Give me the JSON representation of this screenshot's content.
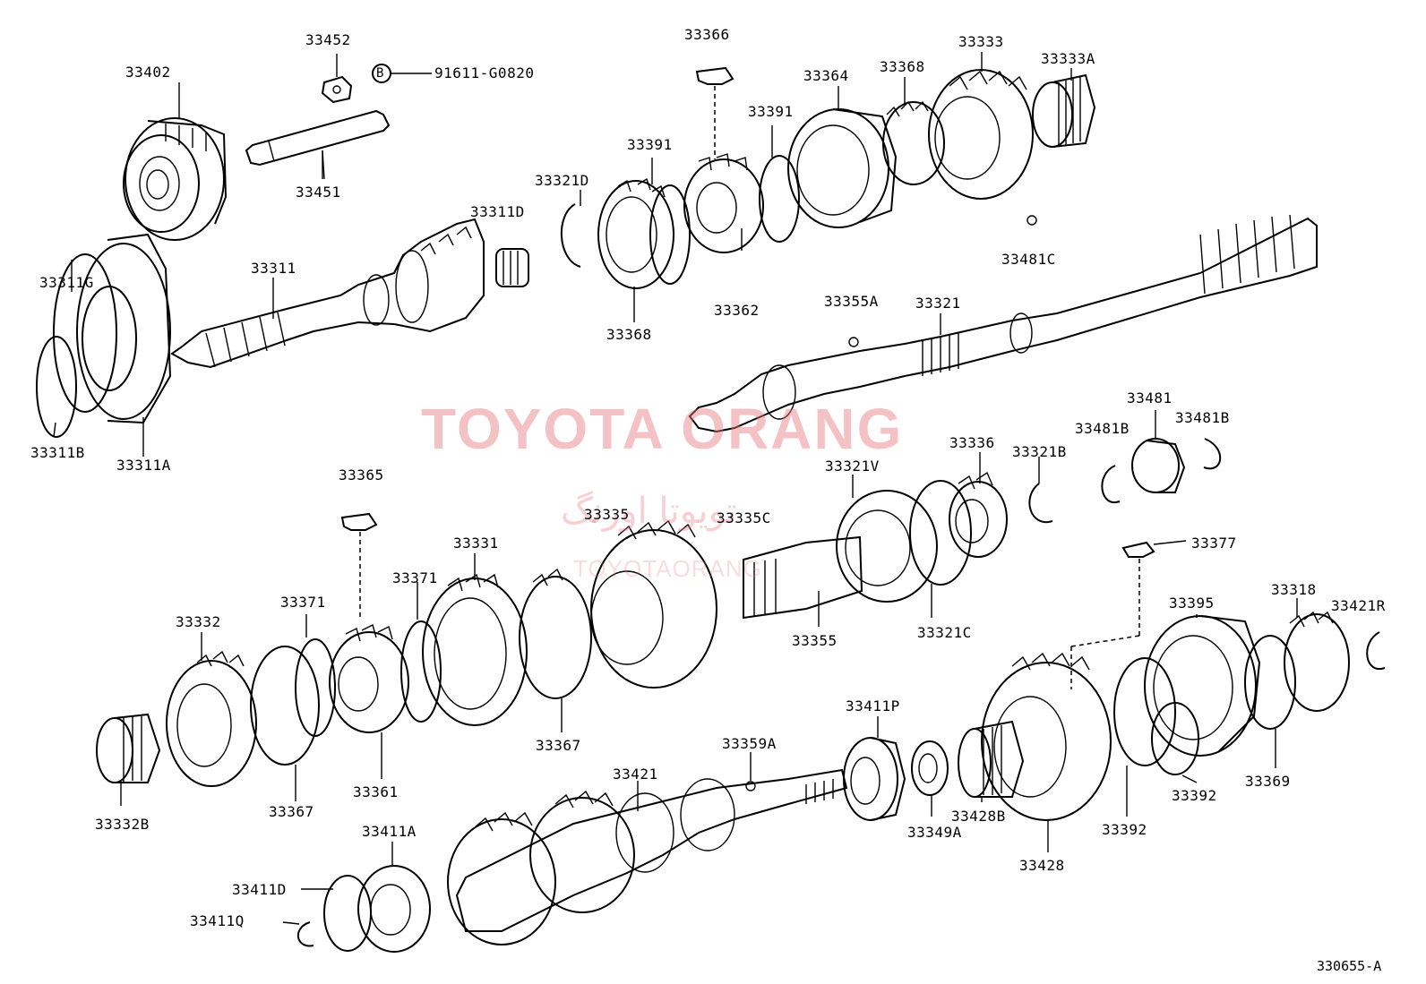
{
  "watermark": {
    "text": "TOYOTA ORANG",
    "text_fa": "تویوتا اورنگ",
    "text_small": "TOYOTAORANG"
  },
  "diagram_code": "330655-A",
  "bolt_marker": {
    "symbol": "B",
    "part_number": "91611-G0820"
  },
  "labels": {
    "p33402": "33402",
    "p33452": "33452",
    "p33451": "33451",
    "p33366": "33366",
    "p33364": "33364",
    "p33368a": "33368",
    "p33333": "33333",
    "p33333A": "33333A",
    "p33391a": "33391",
    "p33391b": "33391",
    "p33321D": "33321D",
    "p33311D": "33311D",
    "p33311": "33311",
    "p33311G": "33311G",
    "p33311B": "33311B",
    "p33311A": "33311A",
    "p33368b": "33368",
    "p33362": "33362",
    "p33355A": "33355A",
    "p33321": "33321",
    "p33481C": "33481C",
    "p33481": "33481",
    "p33481B_l": "33481B",
    "p33481B_r": "33481B",
    "p33336": "33336",
    "p33321B": "33321B",
    "p33321V": "33321V",
    "p33365": "33365",
    "p33335": "33335",
    "p33335C": "33335C",
    "p33331": "33331",
    "p33371a": "33371",
    "p33371b": "33371",
    "p33332": "33332",
    "p33377": "33377",
    "p33395": "33395",
    "p33318": "33318",
    "p33421R": "33421R",
    "p33355": "33355",
    "p33321C": "33321C",
    "p33367a": "33367",
    "p33367b": "33367",
    "p33361": "33361",
    "p33332B": "33332B",
    "p33359A": "33359A",
    "p33411P": "33411P",
    "p33421": "33421",
    "p33411A": "33411A",
    "p33411D": "33411D",
    "p33411Q": "33411Q",
    "p33349A": "33349A",
    "p33428B": "33428B",
    "p33428": "33428",
    "p33392a": "33392",
    "p33392b": "33392",
    "p33369": "33369"
  }
}
